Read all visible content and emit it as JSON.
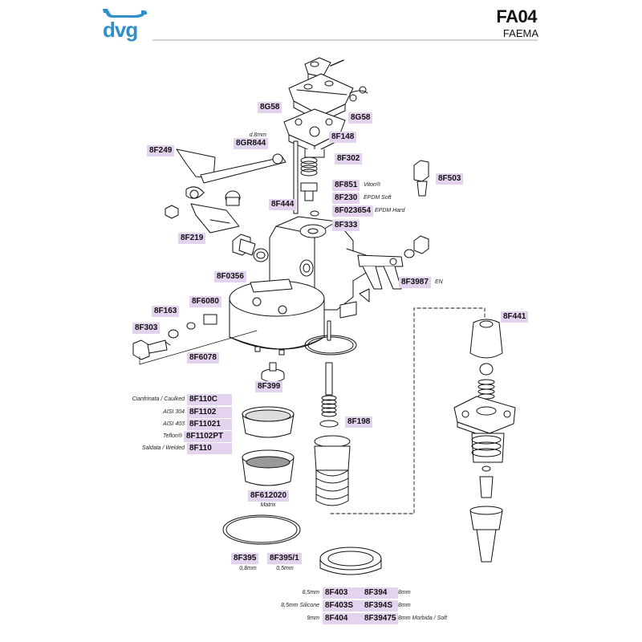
{
  "header": {
    "logo_text": "dvg",
    "model": "FA04",
    "brand": "FAEMA"
  },
  "colors": {
    "label_bg": "#e3d3ee",
    "logo_blue": "#2f8fc9",
    "line": "#111111"
  },
  "parts": [
    {
      "code": "8G58"
    },
    {
      "code": "8G58"
    },
    {
      "code": "8F148"
    },
    {
      "code": "8GR844",
      "note": "d.8mm"
    },
    {
      "code": "8F249"
    },
    {
      "code": "8F302"
    },
    {
      "code": "8F851",
      "note": "Viton®"
    },
    {
      "code": "8F230",
      "note": "EPDM Soft"
    },
    {
      "code": "8F023654",
      "note": "EPDM Hard"
    },
    {
      "code": "8F444"
    },
    {
      "code": "8F503"
    },
    {
      "code": "8F333"
    },
    {
      "code": "8F219"
    },
    {
      "code": "8F0356"
    },
    {
      "code": "8F3987",
      "note": "EN"
    },
    {
      "code": "8F6080"
    },
    {
      "code": "8F163"
    },
    {
      "code": "8F303"
    },
    {
      "code": "8F6078"
    },
    {
      "code": "8F441"
    },
    {
      "code": "8F399"
    },
    {
      "code": "8F198"
    },
    {
      "code": "8F612020",
      "note": "Matrix"
    }
  ],
  "filters": [
    {
      "note": "Cianfrinata / Caulked",
      "code": "8F110C"
    },
    {
      "note": "AISI 304",
      "code": "8F1102"
    },
    {
      "note": "AISI 403",
      "code": "8F11021"
    },
    {
      "note": "Teflon®",
      "code": "8F1102PT"
    },
    {
      "note": "Saldata / Welded",
      "code": "8F110"
    }
  ],
  "gasket_plates": [
    {
      "code": "8F395",
      "note": "0,8mm"
    },
    {
      "code": "8F395/1",
      "note": "0,5mm"
    }
  ],
  "gaskets": [
    {
      "left_note": "8,5mm",
      "code_a": "8F403",
      "code_b": "8F394",
      "right_note": "8mm"
    },
    {
      "left_note": "8,5mm Silicone",
      "code_a": "8F403S",
      "code_b": "8F394S",
      "right_note": "8mm"
    },
    {
      "left_note": "9mm",
      "code_a": "8F404",
      "code_b": "8F39475",
      "right_note": "8mm Morbida / Soft"
    }
  ]
}
